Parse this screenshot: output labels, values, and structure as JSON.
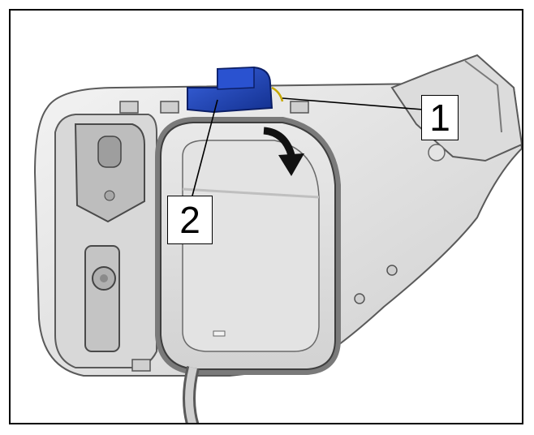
{
  "callouts": [
    {
      "id": "1",
      "label": "1"
    },
    {
      "id": "2",
      "label": "2"
    }
  ],
  "colors": {
    "part_body": "#e6e6e6",
    "part_edge": "#5a5a5a",
    "highlight_part": "#1f47c8",
    "highlight_part_dark": "#102a86",
    "arrow": "#111111",
    "frame": "#000000"
  },
  "icons": {
    "direction_arrow": "curved-arrow-icon",
    "actuator": "blue-actuator-part"
  }
}
